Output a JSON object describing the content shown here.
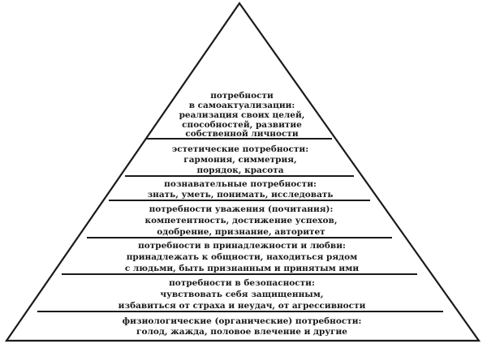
{
  "pyramid": {
    "tiers": [
      {
        "id": "self-actualization",
        "lines": [
          "потребности",
          "в самоактуализации:",
          "реализация своих целей,",
          "способностей, развитие",
          "собственной личности"
        ]
      },
      {
        "id": "aesthetic",
        "lines": [
          "эстетические потребности:",
          "гармония, симметрия,",
          "порядок, красота"
        ]
      },
      {
        "id": "cognitive",
        "lines": [
          "познавательные потребности:",
          "знать, уметь, понимать, исследовать"
        ]
      },
      {
        "id": "esteem",
        "lines": [
          "потребности уважения (почитания):",
          "компетентность, достижение успехов,",
          "одобрение, признание, авторитет"
        ]
      },
      {
        "id": "belonging",
        "lines": [
          "потребности в принадлежности и любви:",
          "принадлежать к общности, находиться рядом",
          "с людьми, быть признанным и принятым ими"
        ]
      },
      {
        "id": "safety",
        "lines": [
          "потребности в безопасности:",
          "чувствовать себя защищенным,",
          "избавиться от страха и неудач, от агрессивности"
        ]
      },
      {
        "id": "physiological",
        "lines": [
          "физиологические (органические) потребности:",
          "голод, жажда, половое влечение и другие"
        ]
      }
    ]
  }
}
